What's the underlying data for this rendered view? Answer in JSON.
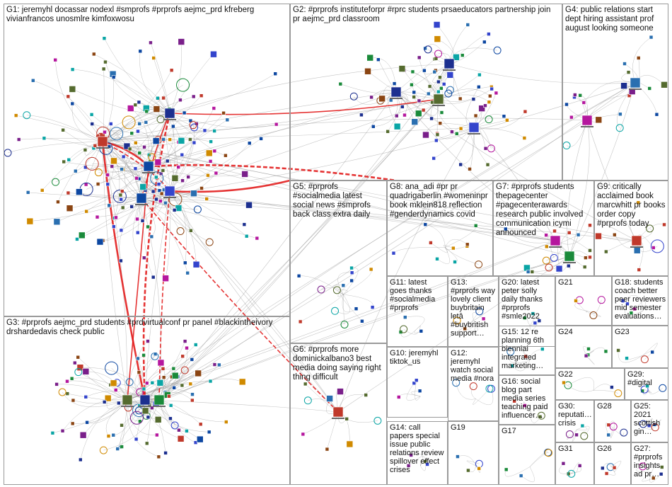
{
  "groups": [
    {
      "id": "G1",
      "label": "G1: jeremyhl docassar nodexl #smprofs #prprofs aejmc_prd kfreberg\nvivianfrancos unosmlre kimfoxwosu"
    },
    {
      "id": "G2",
      "label": "G2: #prprofs instituteforpr #rprc students prsaeducators partnership join\npr aejmc_prd classroom"
    },
    {
      "id": "G3",
      "label": "G3: #prprofs aejmc_prd students #prdvirtualconf pr panel #blackintheivory\ndrshardedavis check public"
    },
    {
      "id": "G4",
      "label": "G4: public relations start\ndept hiring assistant prof\naugust looking someone"
    },
    {
      "id": "G5",
      "label": "G5: #prprofs\n#socialmedia latest\nsocial news #smprofs\nback class extra daily"
    },
    {
      "id": "G6",
      "label": "G6: #prprofs more\ndominickalbano3 best\nmedia doing saying right\nthing difficult"
    },
    {
      "id": "G7",
      "label": "G7: #prprofs students\nthepagecenter\n#pagecenterawards\nresearch public involved\ncommunication icymi\nannounced"
    },
    {
      "id": "G8",
      "label": "G8: ana_adi #pr pr\nquadrigaberlin #womeninpr\nbook mklein818 reflection\n#genderdynamics covid"
    },
    {
      "id": "G9",
      "label": "G9: critically\nacclaimed book\nmarcwhitt pr books\norder copy\n#prprofs today"
    },
    {
      "id": "G10",
      "label": "G10: jeremyhl\ntiktok_us"
    },
    {
      "id": "G11",
      "label": "G11: latest\ngoes thanks\n#socialmedia\n#prprofs"
    },
    {
      "id": "G12",
      "label": "G12:\njeremyhl\nwatch social\nmedia #nora"
    },
    {
      "id": "G13",
      "label": "G13:\n#prprofs way\nlovely client\nbuybritain\nletâ\n#buybritish\nsupport…"
    },
    {
      "id": "G14",
      "label": "G14: call\npapers special\nissue public\nrelations review\nspillover effect\ncrises"
    },
    {
      "id": "G15",
      "label": "G15: 12 re\nplanning 6th\nbiennial\nintegrated\nmarketing…"
    },
    {
      "id": "G16",
      "label": "G16: social\nblog part\nmedia series\nteaching paid\ninfluencer…"
    },
    {
      "id": "G17",
      "label": "G17"
    },
    {
      "id": "G18",
      "label": "G18: students\ncoach better\npeer reviewers\nmid semester\nevaluations…"
    },
    {
      "id": "G19",
      "label": "G19"
    },
    {
      "id": "G20",
      "label": "G20: latest\npeter solly\ndaily thanks\n#prprofs\n#smle2022"
    },
    {
      "id": "G21",
      "label": "G21"
    },
    {
      "id": "G22",
      "label": "G22"
    },
    {
      "id": "G23",
      "label": "G23"
    },
    {
      "id": "G24",
      "label": "G24"
    },
    {
      "id": "G25",
      "label": "G25:\n2021\nscottish\ngin…"
    },
    {
      "id": "G26",
      "label": "G26"
    },
    {
      "id": "G27",
      "label": "G27:\n#prprofs\ninsights\nad pr…"
    },
    {
      "id": "G28",
      "label": "G28"
    },
    {
      "id": "G29",
      "label": "G29:\n#digital"
    },
    {
      "id": "G30",
      "label": "G30:\nreputati…\ncrisis"
    },
    {
      "id": "G31",
      "label": "G31"
    }
  ],
  "colors": {
    "group_border": "#9a9a9a",
    "edge_gray": "#8c8c8c",
    "edge_red": "#e01010",
    "node_palette": [
      "#1c2f8f",
      "#2a6fb0",
      "#1a8a3a",
      "#7a1f8a",
      "#c0392b",
      "#d08a00",
      "#0aa5a5",
      "#3344cc",
      "#b5179e",
      "#556b2f",
      "#0d47a1",
      "#8b4513"
    ]
  }
}
